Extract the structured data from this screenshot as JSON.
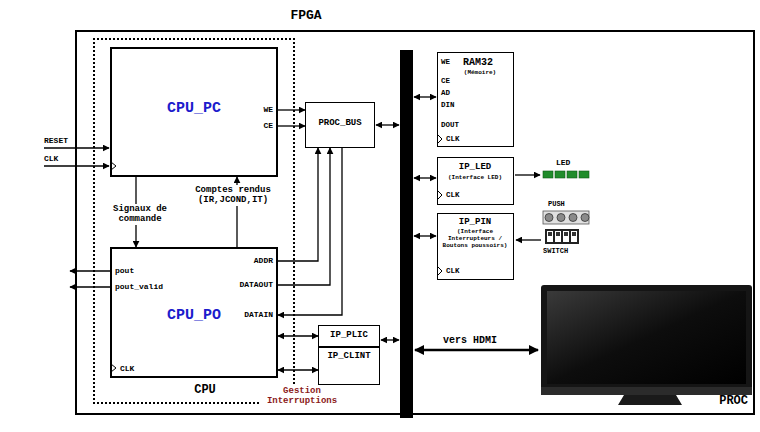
{
  "diagram": {
    "nodes": [
      {
        "text": [
          "FPGA",
          "PROC"
        ]
      },
      {
        "text": [
          "CPU"
        ],
        "in": 0
      },
      {
        "text": [
          "CPU_PC",
          "WE",
          "CE"
        ],
        "in": 1
      },
      {
        "text": [
          "CPU_PO",
          "pout",
          "pout_valid",
          "ADDR",
          "DATAOUT",
          "DATAIN",
          "CLK"
        ],
        "in": 1
      },
      {
        "text": [
          "PROC_BUS"
        ],
        "in": 0
      },
      {
        "text": [
          "RAM32",
          "(Mémoire)",
          "WE",
          "CE",
          "AD",
          "DIN",
          "DOUT",
          "CLK"
        ],
        "in": 0
      },
      {
        "text": [
          "IP_LED",
          "(Interface LED)",
          "CLK"
        ],
        "in": 0
      },
      {
        "text": [
          "IP_PIN",
          "(Interface Interrupteurs / Boutons poussoirs)",
          "CLK"
        ],
        "in": 0
      },
      {
        "text": [
          "IP_PLIC"
        ],
        "in": 0
      },
      {
        "text": [
          "IP_CLINT"
        ],
        "in": 0
      }
    ],
    "edges": [
      {
        "from": 2,
        "to": 4,
        "arrow": "to"
      },
      {
        "from": 2,
        "to": 4,
        "arrow": "to"
      },
      {
        "from": 3,
        "to": 4,
        "arrow": "to"
      },
      {
        "from": 3,
        "to": 4,
        "arrow": "to"
      },
      {
        "from": 4,
        "to": 3,
        "arrow": "to"
      },
      {
        "from": 2,
        "to": 3,
        "label": "Signaux de commande",
        "arrow": "to"
      },
      {
        "from": 3,
        "to": 2,
        "label": "Comptes rendus (IR,JCOND,IT)",
        "arrow": "to"
      },
      {
        "from": 3,
        "to": 8,
        "arrow": "both"
      },
      {
        "from": 3,
        "to": 9,
        "arrow": "both"
      }
    ],
    "labels": [
      "RESET",
      "CLK",
      "LED",
      "PUSH",
      "SWITCH",
      "vers HDMI",
      "Gestion Interruptions"
    ]
  }
}
